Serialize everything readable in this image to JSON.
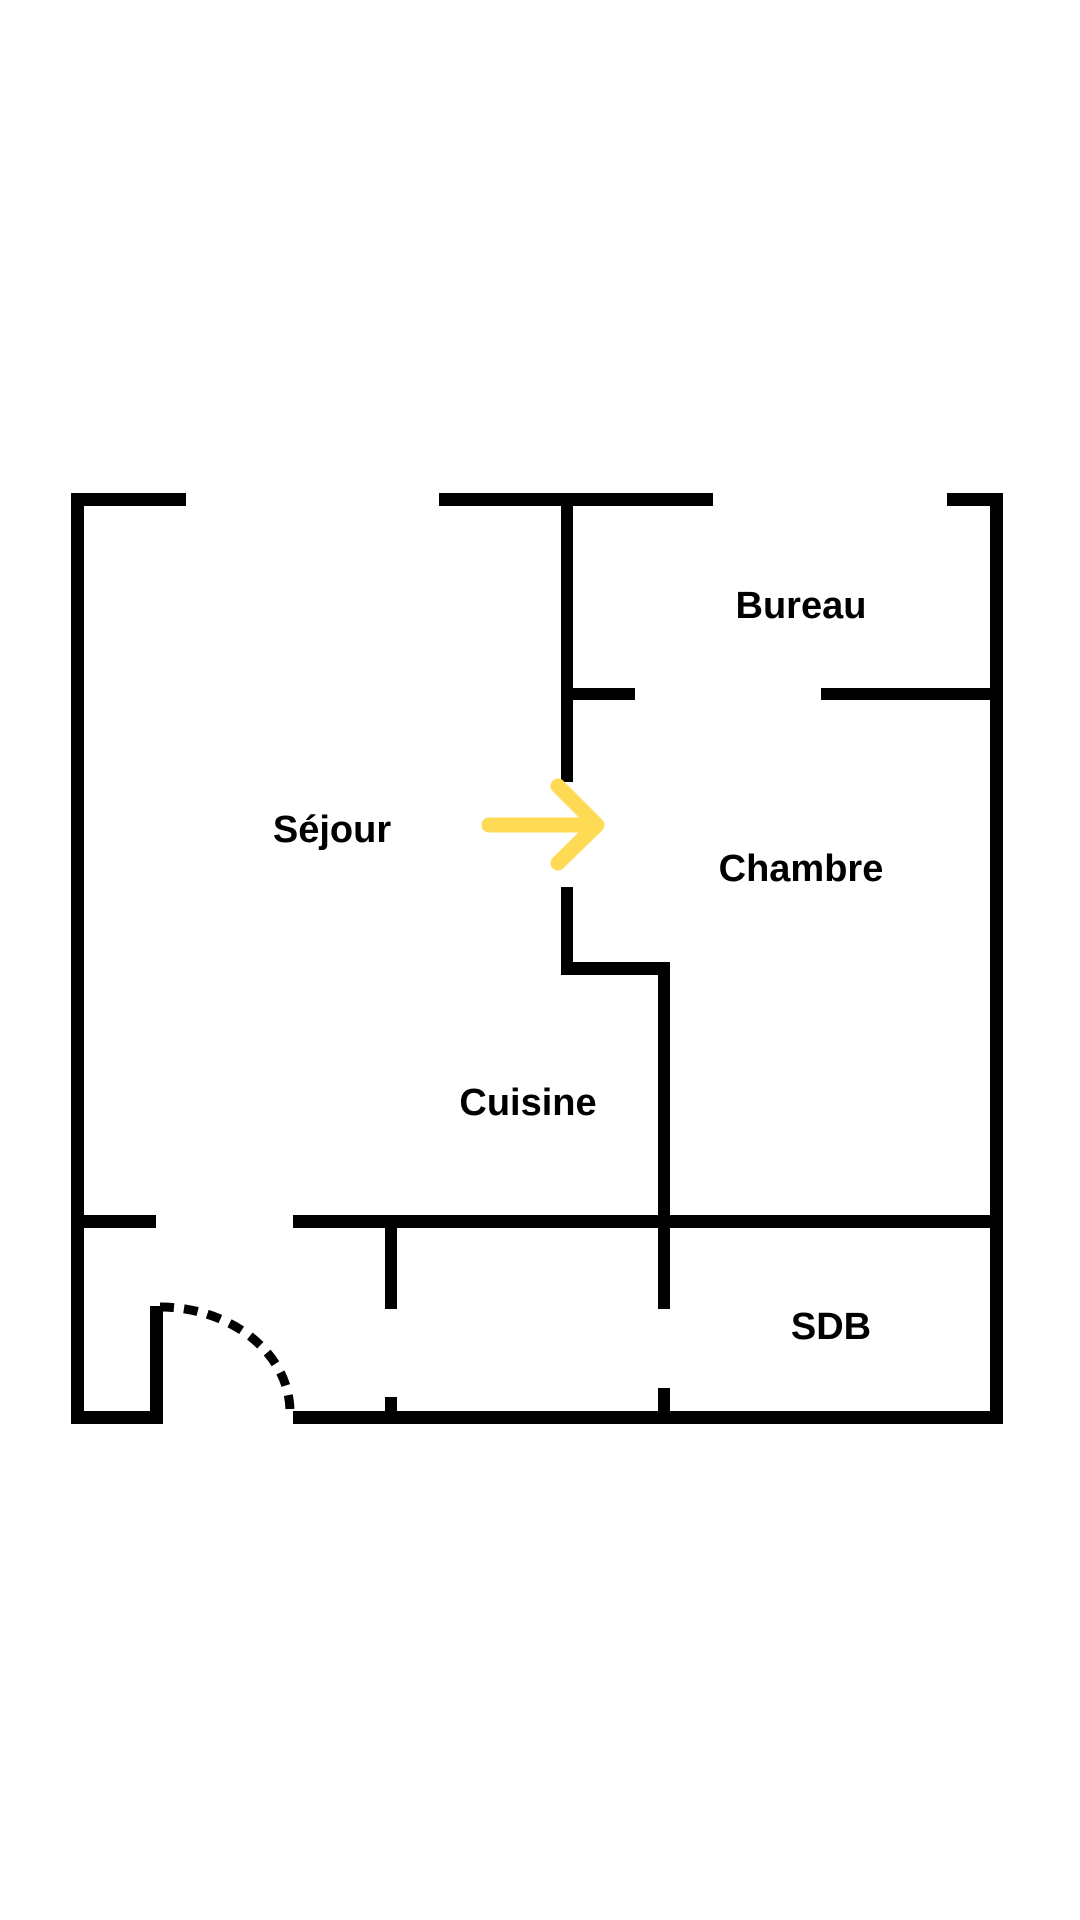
{
  "floor_plan": {
    "rooms": {
      "bureau": "Bureau",
      "sejour": "Séjour",
      "chambre": "Chambre",
      "cuisine": "Cuisine",
      "sdb": "SDB"
    },
    "colors": {
      "wall": "#000000",
      "arrow": "#FFDB55",
      "background": "#FFFFFF"
    }
  }
}
